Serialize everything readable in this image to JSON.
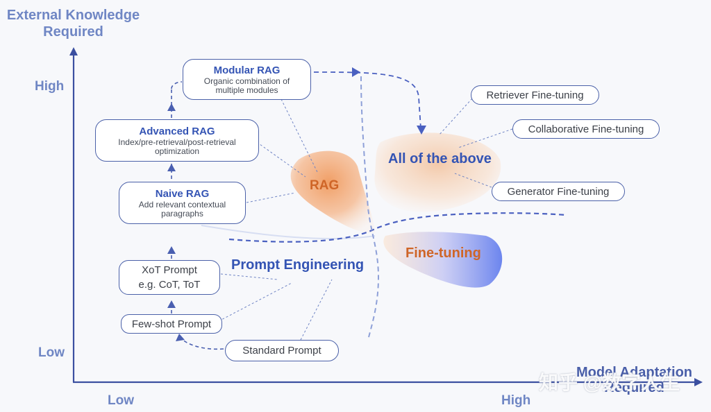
{
  "axes": {
    "y_title_line1": "External Knowledge",
    "y_title_line2": "Required",
    "y_high": "High",
    "y_low": "Low",
    "x_title_line1": "Model Adaptation",
    "x_title_line2": "Required",
    "x_low": "Low",
    "x_high": "High"
  },
  "nodes": {
    "modular_rag": {
      "title": "Modular RAG",
      "sub1": "Organic combination of",
      "sub2": "multiple modules"
    },
    "advanced_rag": {
      "title": "Advanced RAG",
      "sub1": "Index/pre-retrieval/post-retrieval",
      "sub2": "optimization"
    },
    "naive_rag": {
      "title": "Naive RAG",
      "sub1": "Add relevant contextual",
      "sub2": "paragraphs"
    },
    "xot_prompt": {
      "line1": "XoT Prompt",
      "line2": "e.g. CoT, ToT"
    },
    "few_shot_prompt": "Few-shot Prompt",
    "standard_prompt": "Standard Prompt"
  },
  "finetune_pills": {
    "retriever": "Retriever Fine-tuning",
    "collaborative": "Collaborative Fine-tuning",
    "generator": "Generator Fine-tuning"
  },
  "regions": {
    "rag": "RAG",
    "all_of_the_above": "All of the above",
    "fine_tuning": "Fine-tuning",
    "prompt_engineering": "Prompt Engineering"
  },
  "watermark": "知乎 @数字人生",
  "colors": {
    "axis": "#3b4fa0",
    "node_border": "#4a60a8",
    "title_blue": "#3454b4",
    "orange": "#d06a2c",
    "rag_blob": "#f0a676",
    "finetune_blob": "#7f93f0",
    "dashed_link": "#7f93c8"
  }
}
